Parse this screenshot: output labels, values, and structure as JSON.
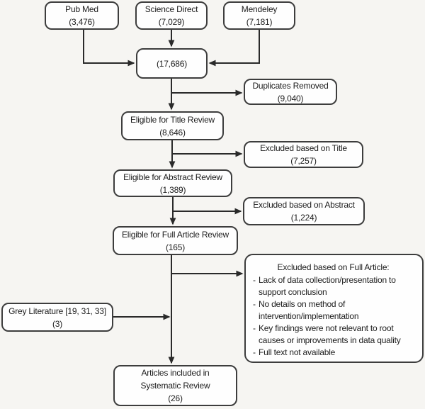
{
  "colors": {
    "background": "#f6f5f2",
    "box_fill": "#fefefe",
    "box_border": "#3d3d3d",
    "line": "#2a2a2a",
    "text": "#1c1c1c"
  },
  "boxes": {
    "pubmed": {
      "label": "Pub Med",
      "count": "(3,476)"
    },
    "science_direct": {
      "label": "Science Direct",
      "count": "(7,029)"
    },
    "mendeley": {
      "label": "Mendeley",
      "count": "(7,181)"
    },
    "combined": {
      "count": "(17,686)"
    },
    "duplicates_removed": {
      "label": "Duplicates Removed",
      "count": "(9,040)"
    },
    "title_review": {
      "label": "Eligible for Title Review",
      "count": "(8,646)"
    },
    "excluded_title": {
      "label": "Excluded based on Title",
      "count": "(7,257)"
    },
    "abstract_review": {
      "label": "Eligible for Abstract Review",
      "count": "(1,389)"
    },
    "excluded_abstract": {
      "label": "Excluded based on Abstract",
      "count": "(1,224)"
    },
    "full_article_review": {
      "label": "Eligible for Full Article Review",
      "count": "(165)"
    },
    "excluded_full_article": {
      "title": "Excluded based on Full Article:",
      "bullet": "-",
      "reasons": [
        "Lack of data collection/presentation to support conclusion",
        "No details on method of intervention/implementation",
        "Key findings were not relevant to root causes or improvements in data quality",
        "Full text not available"
      ]
    },
    "grey_literature": {
      "label": "Grey Literature [19, 31, 33]",
      "count": "(3)"
    },
    "included": {
      "line1": "Articles included in",
      "line2": "Systematic Review",
      "count": "(26)"
    }
  }
}
